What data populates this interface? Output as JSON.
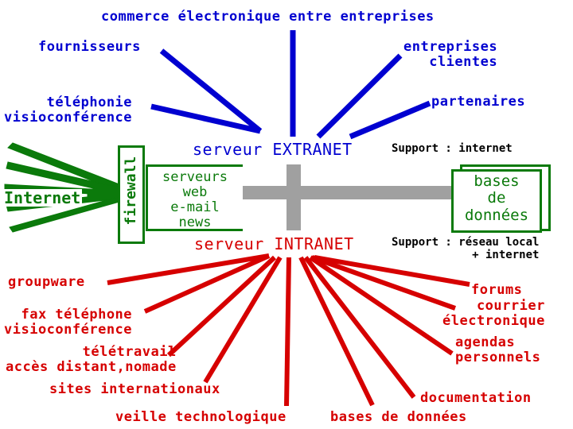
{
  "colors": {
    "blue": "#0000d0",
    "red": "#d60000",
    "green": "#0b7a0b",
    "gray": "#a0a0a0",
    "black": "#000000"
  },
  "title": "commerce électronique entre entreprises",
  "extranet": {
    "server_label": "serveur EXTRANET",
    "support": "Support : internet",
    "links": {
      "fournisseurs": "fournisseurs",
      "entreprises_clientes": "entreprises\nclientes",
      "telephonie": "téléphonie\nvisioconférence",
      "partenaires": "partenaires"
    }
  },
  "intranet": {
    "server_label": "serveur INTRANET",
    "support": "Support : réseau local\n+ internet",
    "links": {
      "groupware": "groupware",
      "fax": "fax téléphone\nvisioconférence",
      "teletravail": "télétravail\naccès distant,nomade",
      "sites": "sites internationaux",
      "veille": "veille technologique",
      "bases": "bases de données",
      "documentation": "documentation",
      "agendas": "agendas\npersonnels",
      "courrier": "courrier\nélectronique",
      "forums": "forums"
    }
  },
  "internet_label": "Internet",
  "firewall_label": "firewall",
  "servers_box": "serveurs\nweb\ne-mail\nnews",
  "databases_box": "bases\nde\ndonnées"
}
